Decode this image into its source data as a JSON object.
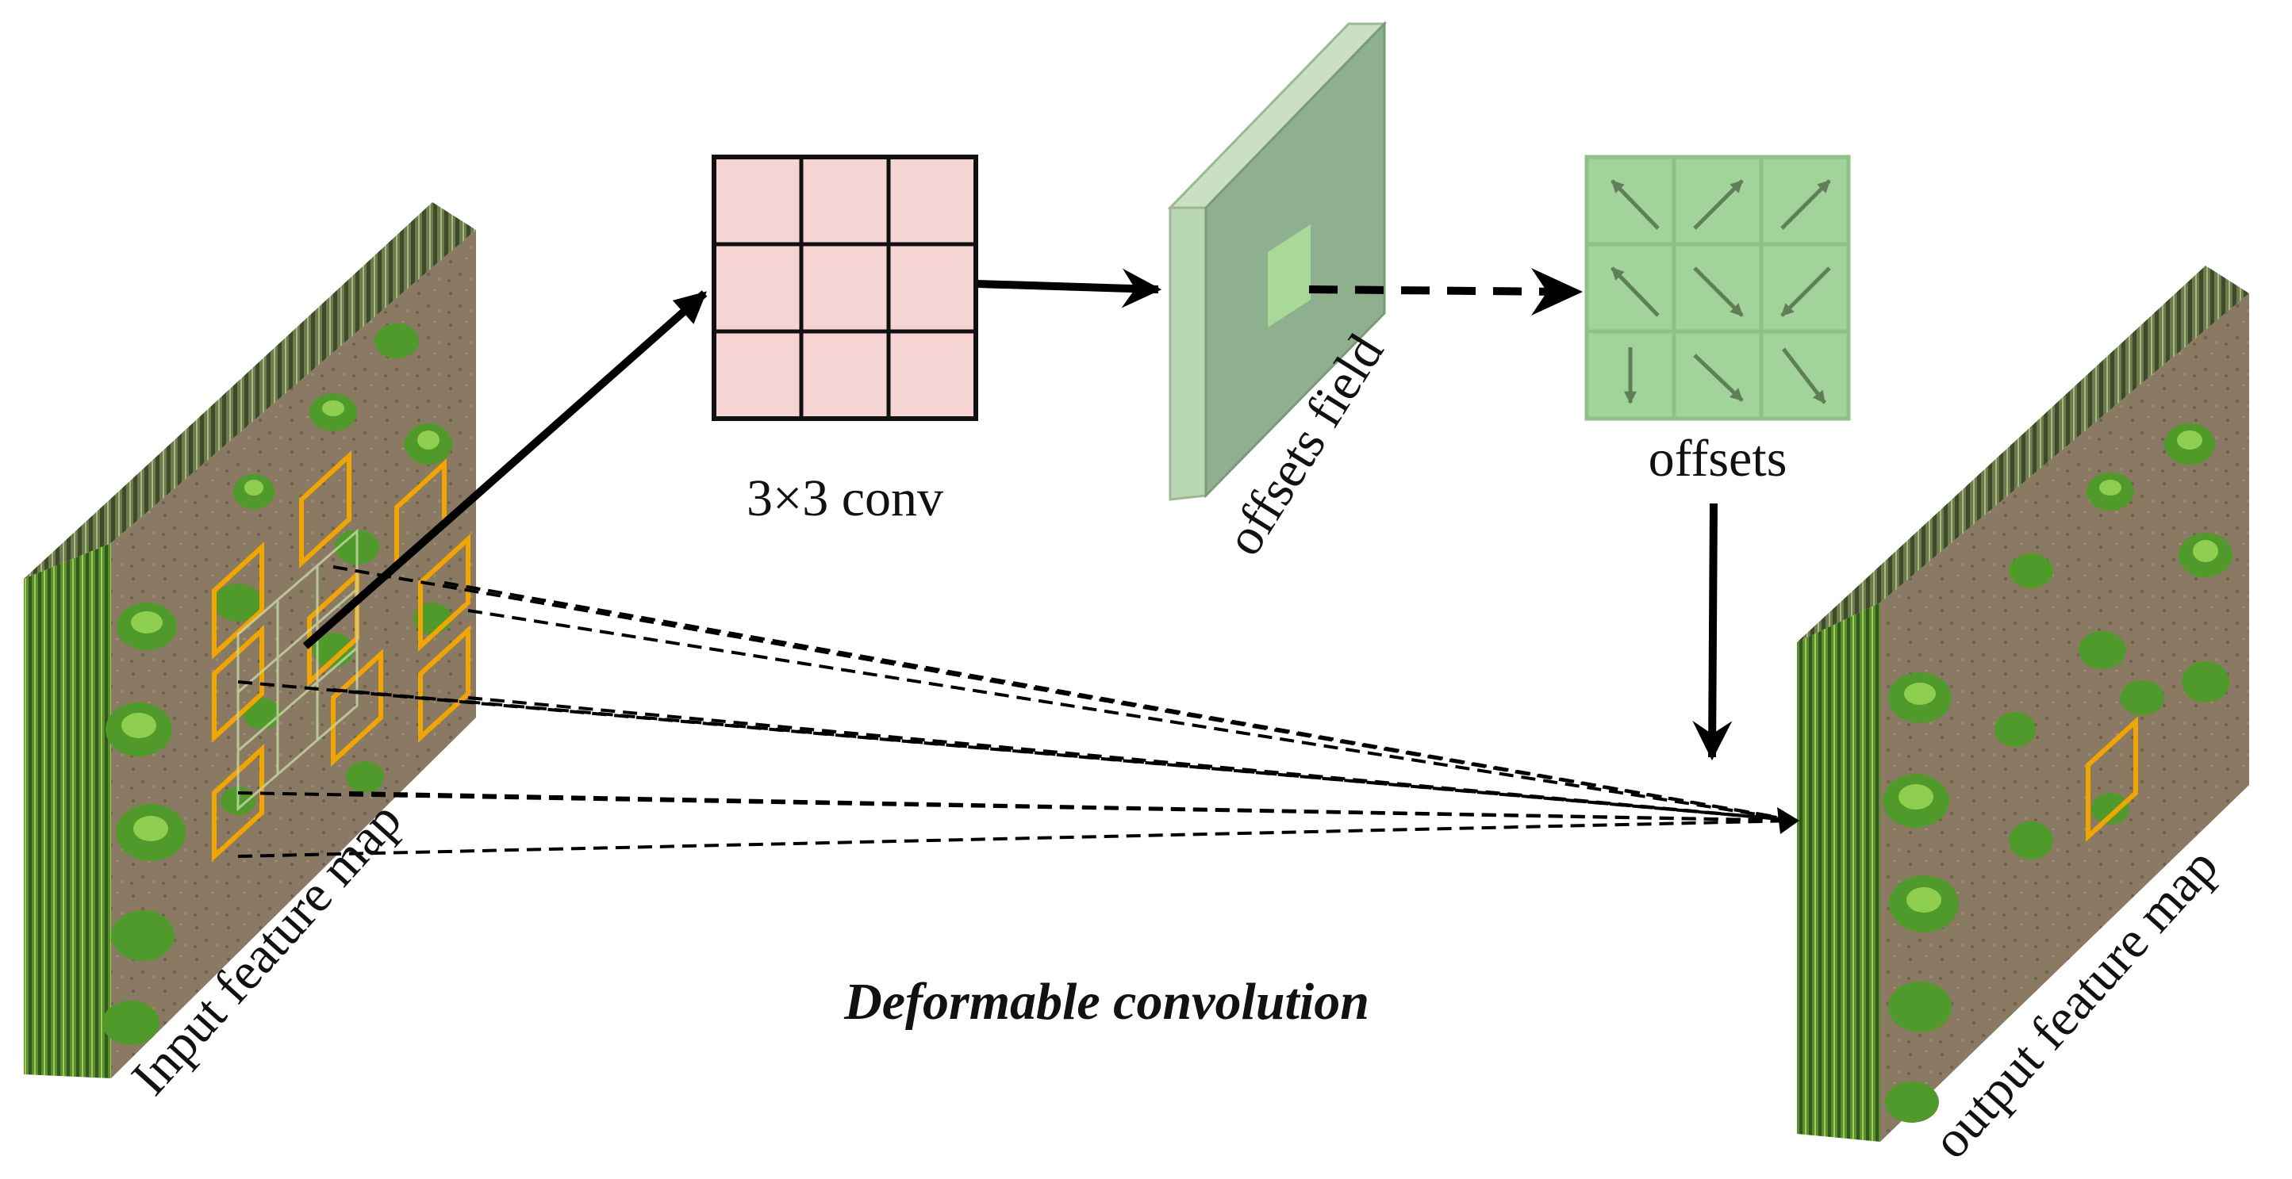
{
  "labels": {
    "input_feature_map": "Input feature map",
    "conv": "3×3 conv",
    "offsets_field": "offsets field",
    "offsets": "offsets",
    "output_feature_map": "output feature map",
    "title": "Deformable convolution"
  },
  "colors": {
    "conv_kernel": "#f7d4d4",
    "offsets_field_plane": "#8fb08e",
    "offsets_field_side": "#b9d6b3",
    "offsets_field_patch": "#a8d999",
    "offsets_grid": "#a2d39b",
    "offsets_arrow": "#5e7f58",
    "sampling_box": "#f0a500",
    "soil": "#8a7a63",
    "plant": "#4f9a2a"
  },
  "offset_arrows": [
    "up-left",
    "up-right",
    "up-right",
    "up-left",
    "down-right",
    "down-left",
    "down",
    "down-right",
    "down-right"
  ]
}
